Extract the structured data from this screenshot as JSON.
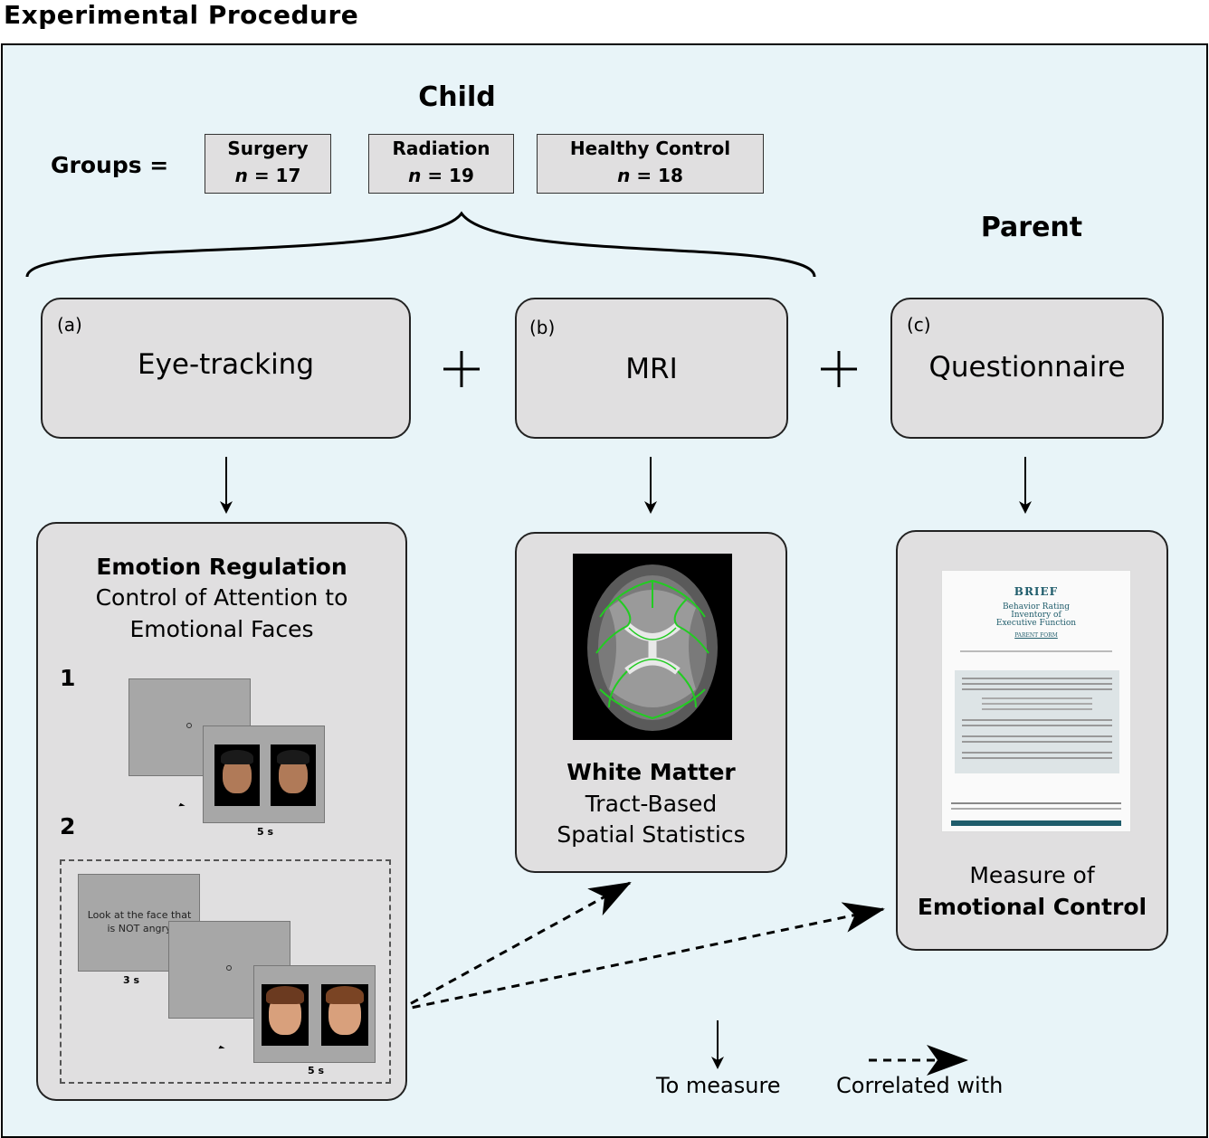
{
  "title": "Experimental Procedure",
  "child_label": "Child",
  "parent_label": "Parent",
  "groups_label": "Groups =",
  "groups": [
    {
      "name": "Surgery",
      "n_prefix": "n",
      "n_value": "= 17"
    },
    {
      "name": "Radiation",
      "n_prefix": "n",
      "n_value": "= 19"
    },
    {
      "name": "Healthy Control",
      "n_prefix": "n",
      "n_value": "= 18"
    }
  ],
  "plus": "+",
  "methods": {
    "a": {
      "tag": "(a)",
      "name": "Eye-tracking"
    },
    "b": {
      "tag": "(b)",
      "name": "MRI"
    },
    "c": {
      "tag": "(c)",
      "name": "Questionnaire"
    }
  },
  "emotion": {
    "title": "Emotion Regulation",
    "line1": "Control of Attention to",
    "line2": "Emotional Faces",
    "step1": "1",
    "step2": "2",
    "dur1": "5 s",
    "instruction": "Look at the face that is NOT angry",
    "dur_instr": "3 s",
    "dur2": "5 s"
  },
  "white_matter": {
    "title": "White Matter",
    "line1": "Tract-Based",
    "line2": "Spatial Statistics"
  },
  "questionnaire": {
    "brief_logo": "BRIEF",
    "brief_title_1": "Behavior Rating",
    "brief_title_2": "Inventory of",
    "brief_title_3": "Executive Function",
    "brief_form": "PARENT FORM",
    "line1": "Measure of",
    "line2": "Emotional Control"
  },
  "legend": {
    "measure": "To measure",
    "correlated": "Correlated with"
  }
}
